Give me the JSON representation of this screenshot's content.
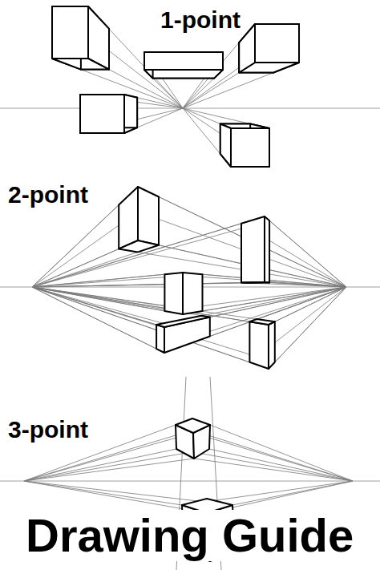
{
  "diagram": {
    "title": "Drawing Guide",
    "labels": [
      "1-point",
      "2-point",
      "3-point"
    ]
  }
}
